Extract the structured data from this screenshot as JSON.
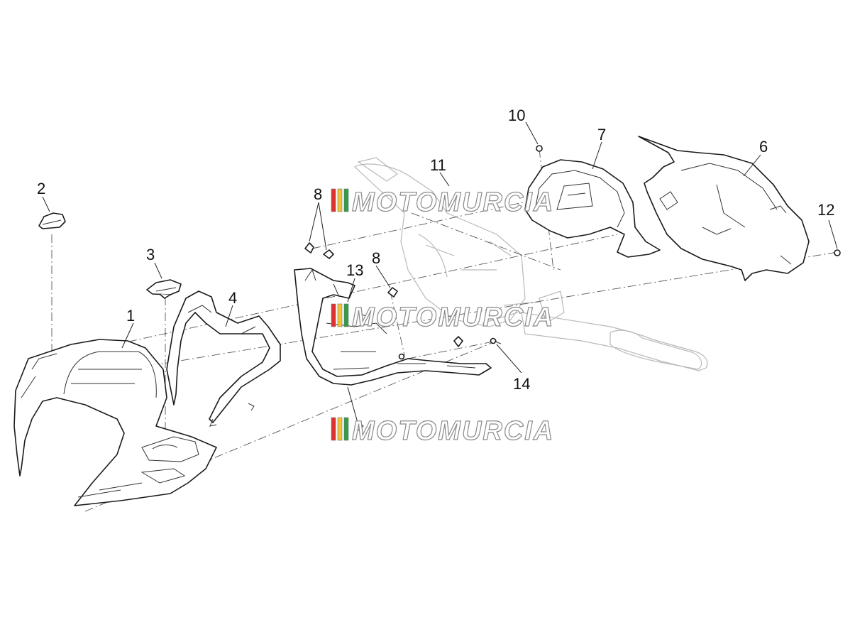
{
  "diagram": {
    "callouts": [
      {
        "id": "c1",
        "text": "1"
      },
      {
        "id": "c2",
        "text": "2"
      },
      {
        "id": "c3",
        "text": "3"
      },
      {
        "id": "c4",
        "text": "4"
      },
      {
        "id": "c6",
        "text": "6"
      },
      {
        "id": "c7",
        "text": "7"
      },
      {
        "id": "c8a",
        "text": "8"
      },
      {
        "id": "c8b",
        "text": "8"
      },
      {
        "id": "c10",
        "text": "10"
      },
      {
        "id": "c11",
        "text": "11"
      },
      {
        "id": "c12",
        "text": "12"
      },
      {
        "id": "c13",
        "text": "13"
      },
      {
        "id": "c14",
        "text": "14"
      }
    ],
    "watermark": {
      "text": "MOTOMURCIA",
      "stripe_colors": [
        "#e03131",
        "#f2c230",
        "#2f9e44"
      ]
    }
  }
}
